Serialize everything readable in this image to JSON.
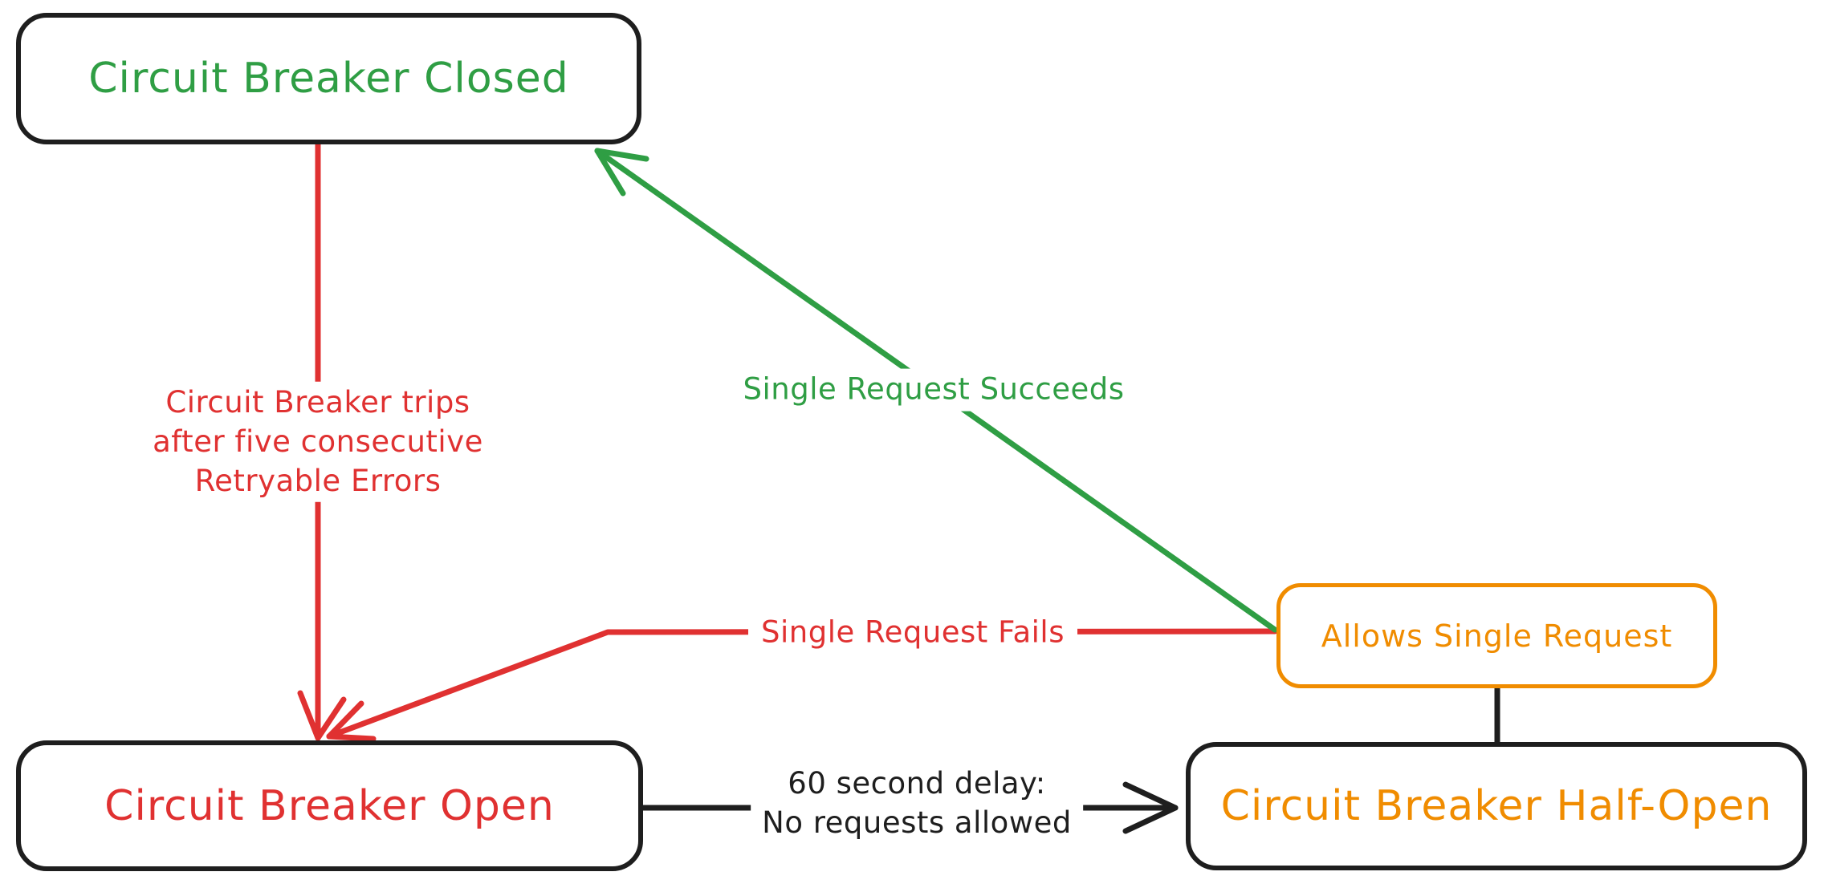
{
  "nodes": {
    "closed": {
      "label": "Circuit Breaker Closed"
    },
    "open": {
      "label": "Circuit Breaker Open"
    },
    "half_open": {
      "label": "Circuit Breaker Half-Open"
    },
    "allows": {
      "label": "Allows Single Request"
    }
  },
  "edges": {
    "trips": {
      "lines": [
        "Circuit Breaker trips",
        "after five consecutive",
        "Retryable Errors"
      ],
      "from": "closed",
      "to": "open"
    },
    "succeeds": {
      "label": "Single Request Succeeds",
      "from": "allows",
      "to": "closed"
    },
    "fails": {
      "label": "Single Request Fails",
      "from": "allows",
      "to": "open"
    },
    "delay": {
      "lines": [
        "60 second delay:",
        "No requests allowed"
      ],
      "from": "open",
      "to": "half_open"
    },
    "connector": {
      "from": "allows",
      "to": "half_open"
    }
  },
  "colors": {
    "green": "#2f9e44",
    "red": "#e03131",
    "orange": "#f08c00",
    "ink": "#1e1e1e",
    "background": "#ffffff"
  }
}
